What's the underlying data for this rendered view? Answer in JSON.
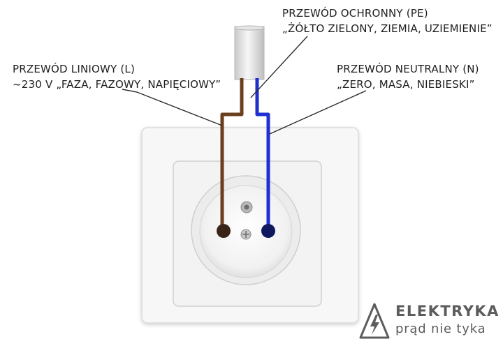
{
  "labels": {
    "protective": {
      "line1": "PRZEWÓD OCHRONNY (PE)",
      "line2": "„ŻÓŁTO ZIELONY, ZIEMIA, UZIEMIENIE”"
    },
    "line": {
      "line1": "PRZEWÓD LINIOWY (L)",
      "line2": "~230 V „FAZA, FAZOWY, NAPIĘCIOWY”"
    },
    "neutral": {
      "line1": "PRZEWÓD NEUTRALNY (N)",
      "line2": "„ZERO, MASA, NIEBIESKI”"
    }
  },
  "logo": {
    "title": "ELEKTRYKA",
    "subtitle": "prąd nie tyka"
  },
  "colors": {
    "line_wire": "#6b3f1e",
    "neutral_wire": "#1f2fd0",
    "protective_wire_yellow": "#f2e81a",
    "protective_wire_green": "#2bb52b",
    "plate": "#f6f6f6",
    "logo": "#5c5c5c"
  }
}
